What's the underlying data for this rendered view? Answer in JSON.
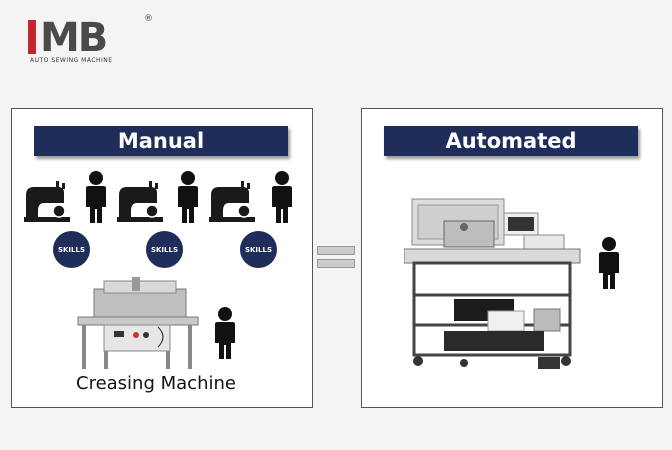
{
  "logo": {
    "mark": "IMB",
    "tagline": "AUTO SEWING MACHINE",
    "registered": "®"
  },
  "left_panel": {
    "title": "Manual",
    "skill_badges": [
      "SKILLS",
      "SKILLS",
      "SKILLS"
    ],
    "caption": "Creasing Machine"
  },
  "right_panel": {
    "title": "Automated"
  },
  "colors": {
    "brand_red": "#c5262b",
    "navy": "#1f2d5a",
    "dark_gray": "#4a4a4a"
  }
}
